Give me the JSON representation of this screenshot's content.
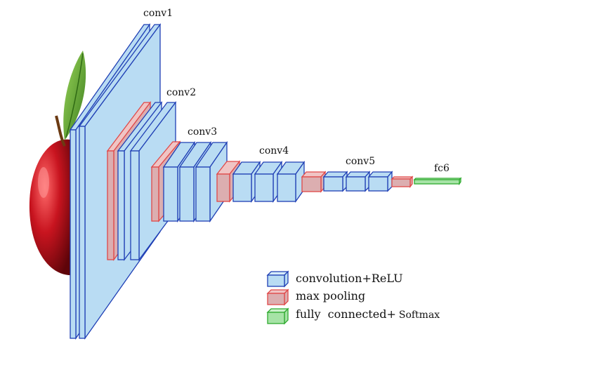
{
  "layers": [
    {
      "id": "conv1",
      "label": "conv1"
    },
    {
      "id": "conv2",
      "label": "conv2"
    },
    {
      "id": "conv3",
      "label": "conv3"
    },
    {
      "id": "conv4",
      "label": "conv4"
    },
    {
      "id": "conv5",
      "label": "conv5"
    },
    {
      "id": "fc6",
      "label": "fc6"
    }
  ],
  "legend": {
    "conv": "convolution+ReLU",
    "pool": "max pooling",
    "fc_main": "fully  connected+",
    "fc_small": "Softmax"
  },
  "colors": {
    "conv_fill": "#b9dcf3",
    "conv_stroke": "#1f3fb5",
    "pool_fill": "#dcaeb0",
    "pool_stroke": "#e04848",
    "fc_fill": "#a6e3a6",
    "fc_stroke": "#2faa2f",
    "apple": "#b5121b",
    "leaf": "#5aa532"
  }
}
